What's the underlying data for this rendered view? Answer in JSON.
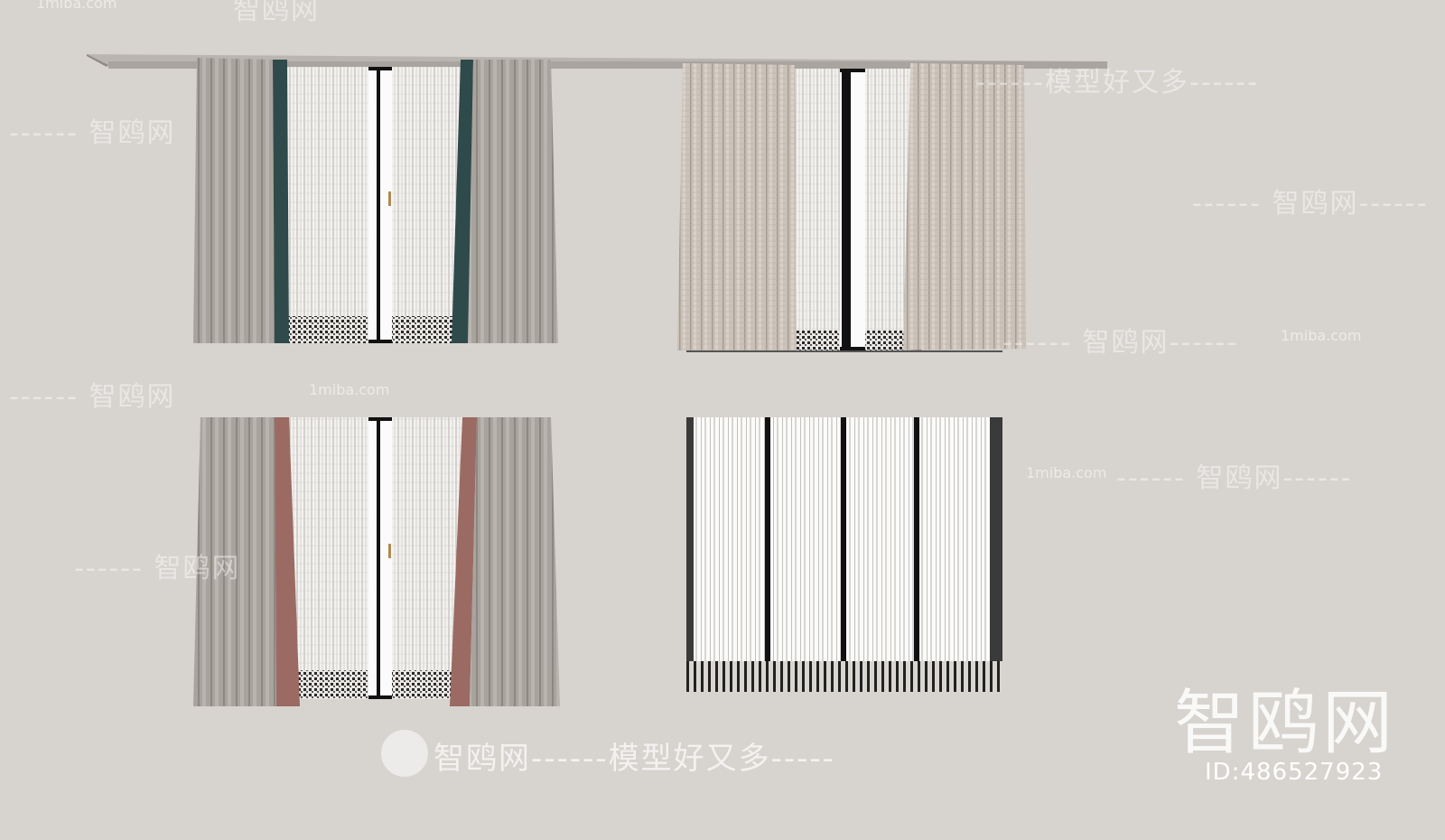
{
  "watermarks": {
    "site_small": "1miba.com",
    "brand": "智鸥网",
    "slogan_line_1": "------模型好又多------",
    "brand_line": "------ 智鸥网",
    "brand_line_2": "------ 智鸥网------",
    "brand_line_3": "------ 智鸥网",
    "site_mid": "1miba.com",
    "site_right": "1miba.com",
    "brand_right": "------ 智鸥网------",
    "site_right_2": "1miba.com",
    "brand_right_2": "------ 智鸥网------",
    "brand_left_low": "------ 智鸥网",
    "bottom_brand": "智鸥网------模型好又多-----",
    "big_brand": "智鸥网",
    "id_label": "ID:486527923"
  },
  "colors": {
    "background": "#d7d3cf",
    "rail": "#bdb8b3",
    "curtain_gray": "#a8a29c",
    "curtain_beige": "#c6bdb4",
    "accent_teal": "#2f4848",
    "accent_rose": "#9b6b63",
    "sheer": "#f3f1ee",
    "frame": "#111111"
  }
}
